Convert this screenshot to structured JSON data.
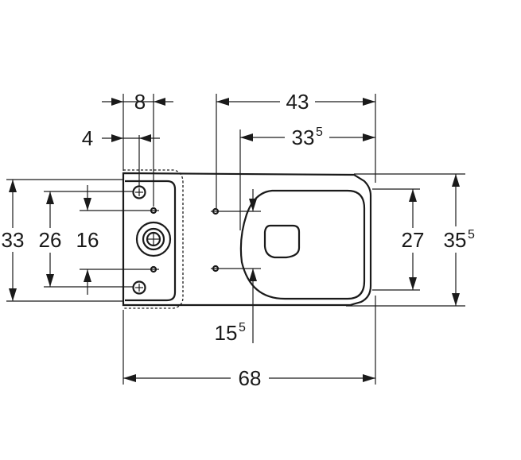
{
  "drawing": {
    "dimensions": {
      "width_8": "8",
      "offset_4": "4",
      "length_43": "43",
      "length_33_5_main": "33",
      "length_33_5_sup": "5",
      "height_33": "33",
      "spacing_26": "26",
      "spacing_16": "16",
      "seat_27": "27",
      "width_35_5_main": "35",
      "width_35_5_sup": "5",
      "offset_15_5_main": "15",
      "offset_15_5_sup": "5",
      "total_68": "68"
    }
  }
}
